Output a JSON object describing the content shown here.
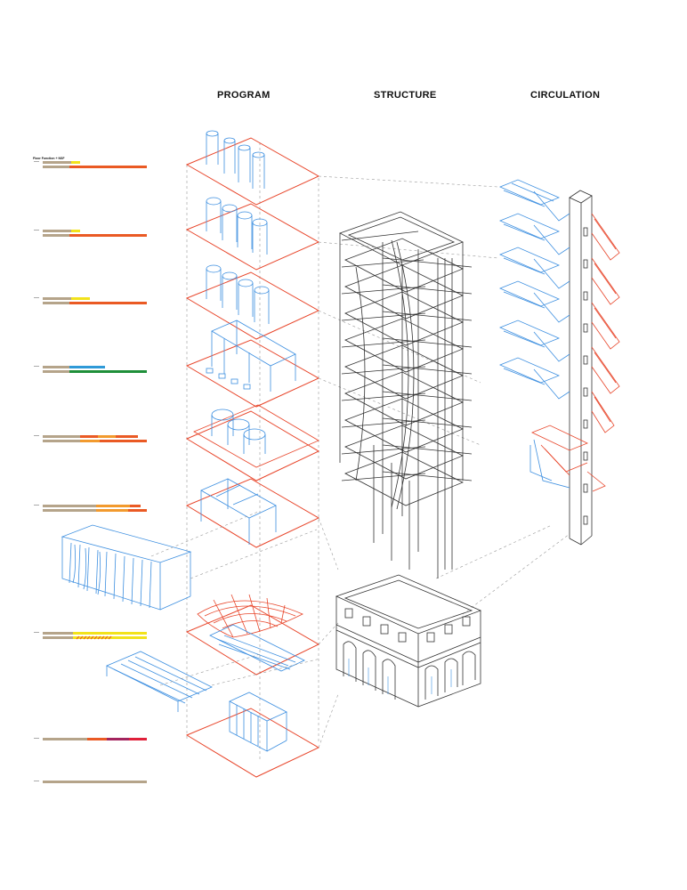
{
  "titles": {
    "program": "PROGRAM",
    "structure": "STRUCTURE",
    "circulation": "CIRCULATION"
  },
  "legend": {
    "header": "Floor  Function + NSF"
  },
  "colors": {
    "program_lines": "#e8462b",
    "blue_lines": "#3d8fe0",
    "structure_lines": "#333333",
    "tan": "#b5a48a",
    "yellow": "#f2e21b",
    "orange": "#ea5a24",
    "light_orange": "#f29a2e",
    "green": "#1f8f3a",
    "blue": "#2f9ad8",
    "magenta": "#a3245e",
    "red": "#e0203a"
  }
}
